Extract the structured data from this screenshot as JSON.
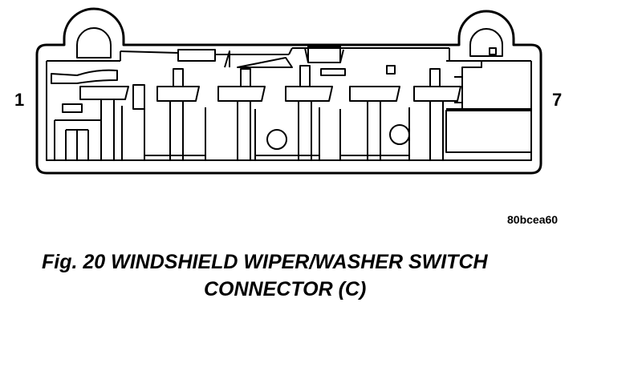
{
  "pin_labels": {
    "first": "1",
    "last": "7"
  },
  "reference_code": "80bcea60",
  "caption": {
    "line1": "Fig. 20 WINDSHIELD WIPER/WASHER SWITCH",
    "line2": "CONNECTOR (C)"
  }
}
